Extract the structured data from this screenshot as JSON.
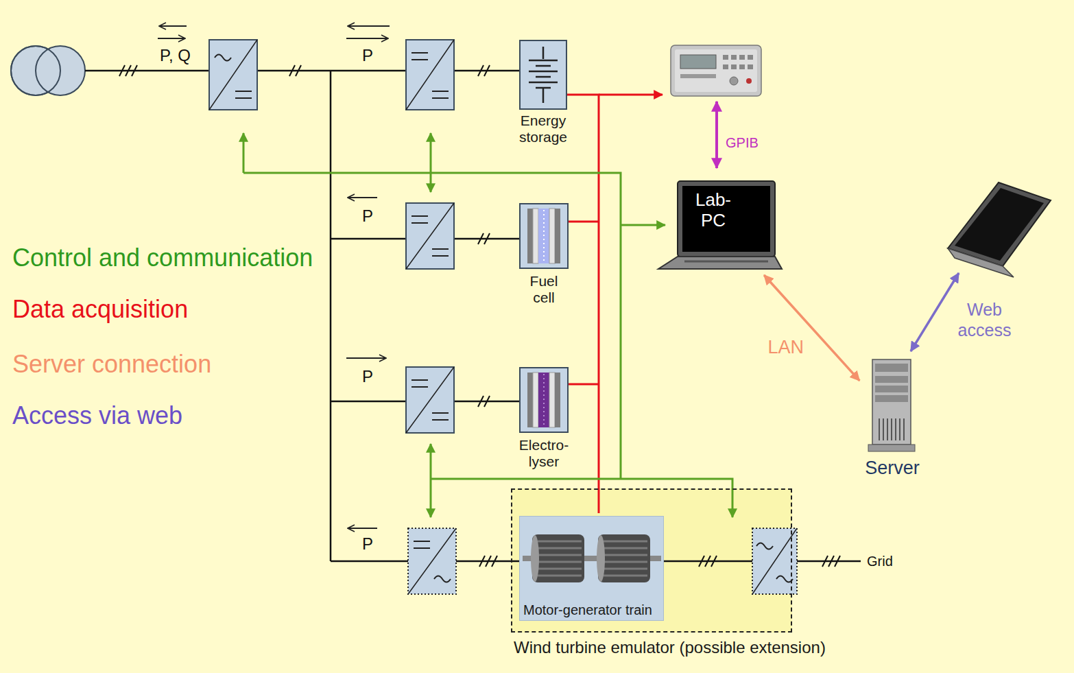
{
  "diagram": {
    "nodes": [
      {
        "text": [
          "Energy storage"
        ]
      },
      {
        "text": [
          "Lab- PC"
        ]
      },
      {
        "text": [
          "Fuel cell"
        ]
      },
      {
        "text": [
          "Electro- lyser"
        ]
      },
      {
        "text": [
          "Server"
        ]
      },
      {
        "text": [
          "Wind turbine emulator (possible extension)"
        ]
      },
      {
        "text": [
          "Motor-generator train"
        ],
        "in": 5
      }
    ],
    "edges": [
      {
        "from": 1,
        "to": 4,
        "arrow": "both",
        "label": "LAN"
      }
    ],
    "labels": [
      "P, Q",
      "P",
      "P",
      "P",
      "P",
      "GPIB",
      "Web access",
      "Grid"
    ],
    "legend": [
      {
        "text": "Control and communication",
        "color": "#2e9a1e"
      },
      {
        "text": "Data acquisition",
        "color": "#e8101a"
      },
      {
        "text": "Server connection",
        "color": "#f4916b"
      },
      {
        "text": "Access via web",
        "color": "#6a4fc8"
      }
    ]
  }
}
